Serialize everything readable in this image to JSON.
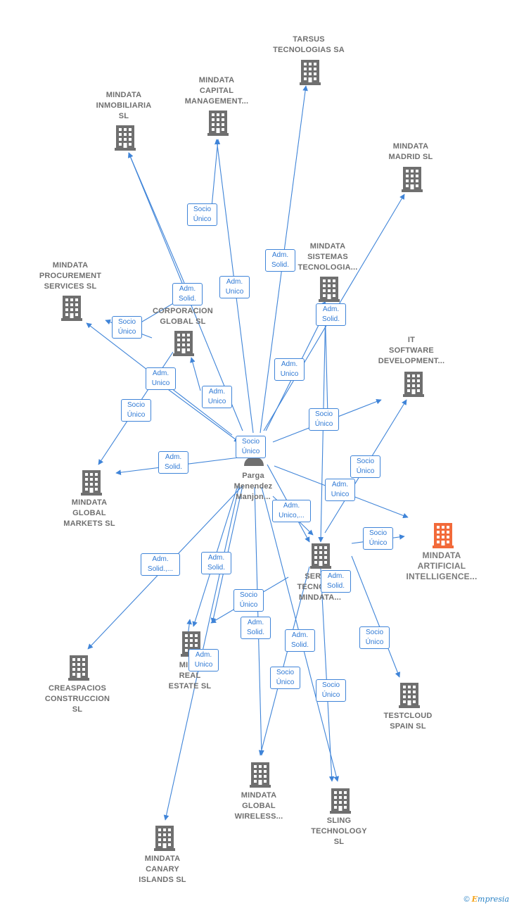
{
  "colors": {
    "edge": "#3f84d8",
    "company_icon": "#6f6f6f",
    "highlight_icon": "#f26a3a",
    "person_icon": "#6f6f6f"
  },
  "person": {
    "name": "Parga\nMenendez\nManjon...",
    "icon": "person-icon"
  },
  "companies": [
    {
      "id": "tarsus",
      "name": "TARSUS\nTECNOLOGIAS SA"
    },
    {
      "id": "capital",
      "name": "MINDATA\nCAPITAL\nMANAGEMENT..."
    },
    {
      "id": "inmobiliaria",
      "name": "MINDATA\nINMOBILIARIA\nSL"
    },
    {
      "id": "madrid",
      "name": "MINDATA\nMADRID  SL"
    },
    {
      "id": "sistemas",
      "name": "MINDATA\nSISTEMAS\nTECNOLOGIA..."
    },
    {
      "id": "procurement",
      "name": "MINDATA\nPROCUREMENT\nSERVICES  SL"
    },
    {
      "id": "corporacion",
      "name": "MI...\nCORPORACION\nGLOBAL  SL"
    },
    {
      "id": "itsoftware",
      "name": "IT\nSOFTWARE\nDEVELOPMENT..."
    },
    {
      "id": "globalmarkets",
      "name": "MINDATA\nGLOBAL\nMARKETS  SL"
    },
    {
      "id": "ai",
      "name": "MINDATA\nARTIFICIAL\nINTELLIGENCE...",
      "highlight": true
    },
    {
      "id": "servicios",
      "name": "SERVI...\nTECNOLO...\nMINDATA..."
    },
    {
      "id": "realestate",
      "name": "MIN...\nREAL\nESTATE  SL"
    },
    {
      "id": "creaspacios",
      "name": "CREASPACIOS\nCONSTRUCCION\nSL"
    },
    {
      "id": "testcloud",
      "name": "TESTCLOUD\nSPAIN  SL"
    },
    {
      "id": "wireless",
      "name": "MINDATA\nGLOBAL\nWIRELESS..."
    },
    {
      "id": "sling",
      "name": "SLING\nTECHNOLOGY\nSL"
    },
    {
      "id": "canary",
      "name": "MINDATA\nCANARY\nISLANDS  SL"
    }
  ],
  "relations": [
    {
      "label": "Socio\nÚnico"
    },
    {
      "label": "Adm.\nSolid."
    },
    {
      "label": "Adm.\nUnico"
    },
    {
      "label": "Adm.\nSolid."
    },
    {
      "label": "Adm.\nSolid."
    },
    {
      "label": "Socio\nÚnico"
    },
    {
      "label": "Adm.\nUnico"
    },
    {
      "label": "Socio\nÚnico"
    },
    {
      "label": "Adm.\nUnico"
    },
    {
      "label": "Adm.\nUnico"
    },
    {
      "label": "Adm.\nSolid."
    },
    {
      "label": "Socio\nÚnico"
    },
    {
      "label": "Socio\nÚnico"
    },
    {
      "label": "Socio\nÚnico"
    },
    {
      "label": "Adm.\nUnico"
    },
    {
      "label": "Adm.\nUnico,..."
    },
    {
      "label": "Socio\nÚnico"
    },
    {
      "label": "Adm.\nSolid.,..."
    },
    {
      "label": "Adm.\nSolid."
    },
    {
      "label": "Socio\nÚnico"
    },
    {
      "label": "Adm.\nSolid."
    },
    {
      "label": "Adm.\nUnico"
    },
    {
      "label": "Adm.\nSolid."
    },
    {
      "label": "Socio\nÚnico"
    },
    {
      "label": "Socio\nÚnico"
    },
    {
      "label": "Adm.\nSolid."
    },
    {
      "label": "Socio\nÚnico"
    }
  ],
  "watermark": {
    "symbol": "©",
    "brand_first": "E",
    "brand_rest": "mpresia"
  }
}
